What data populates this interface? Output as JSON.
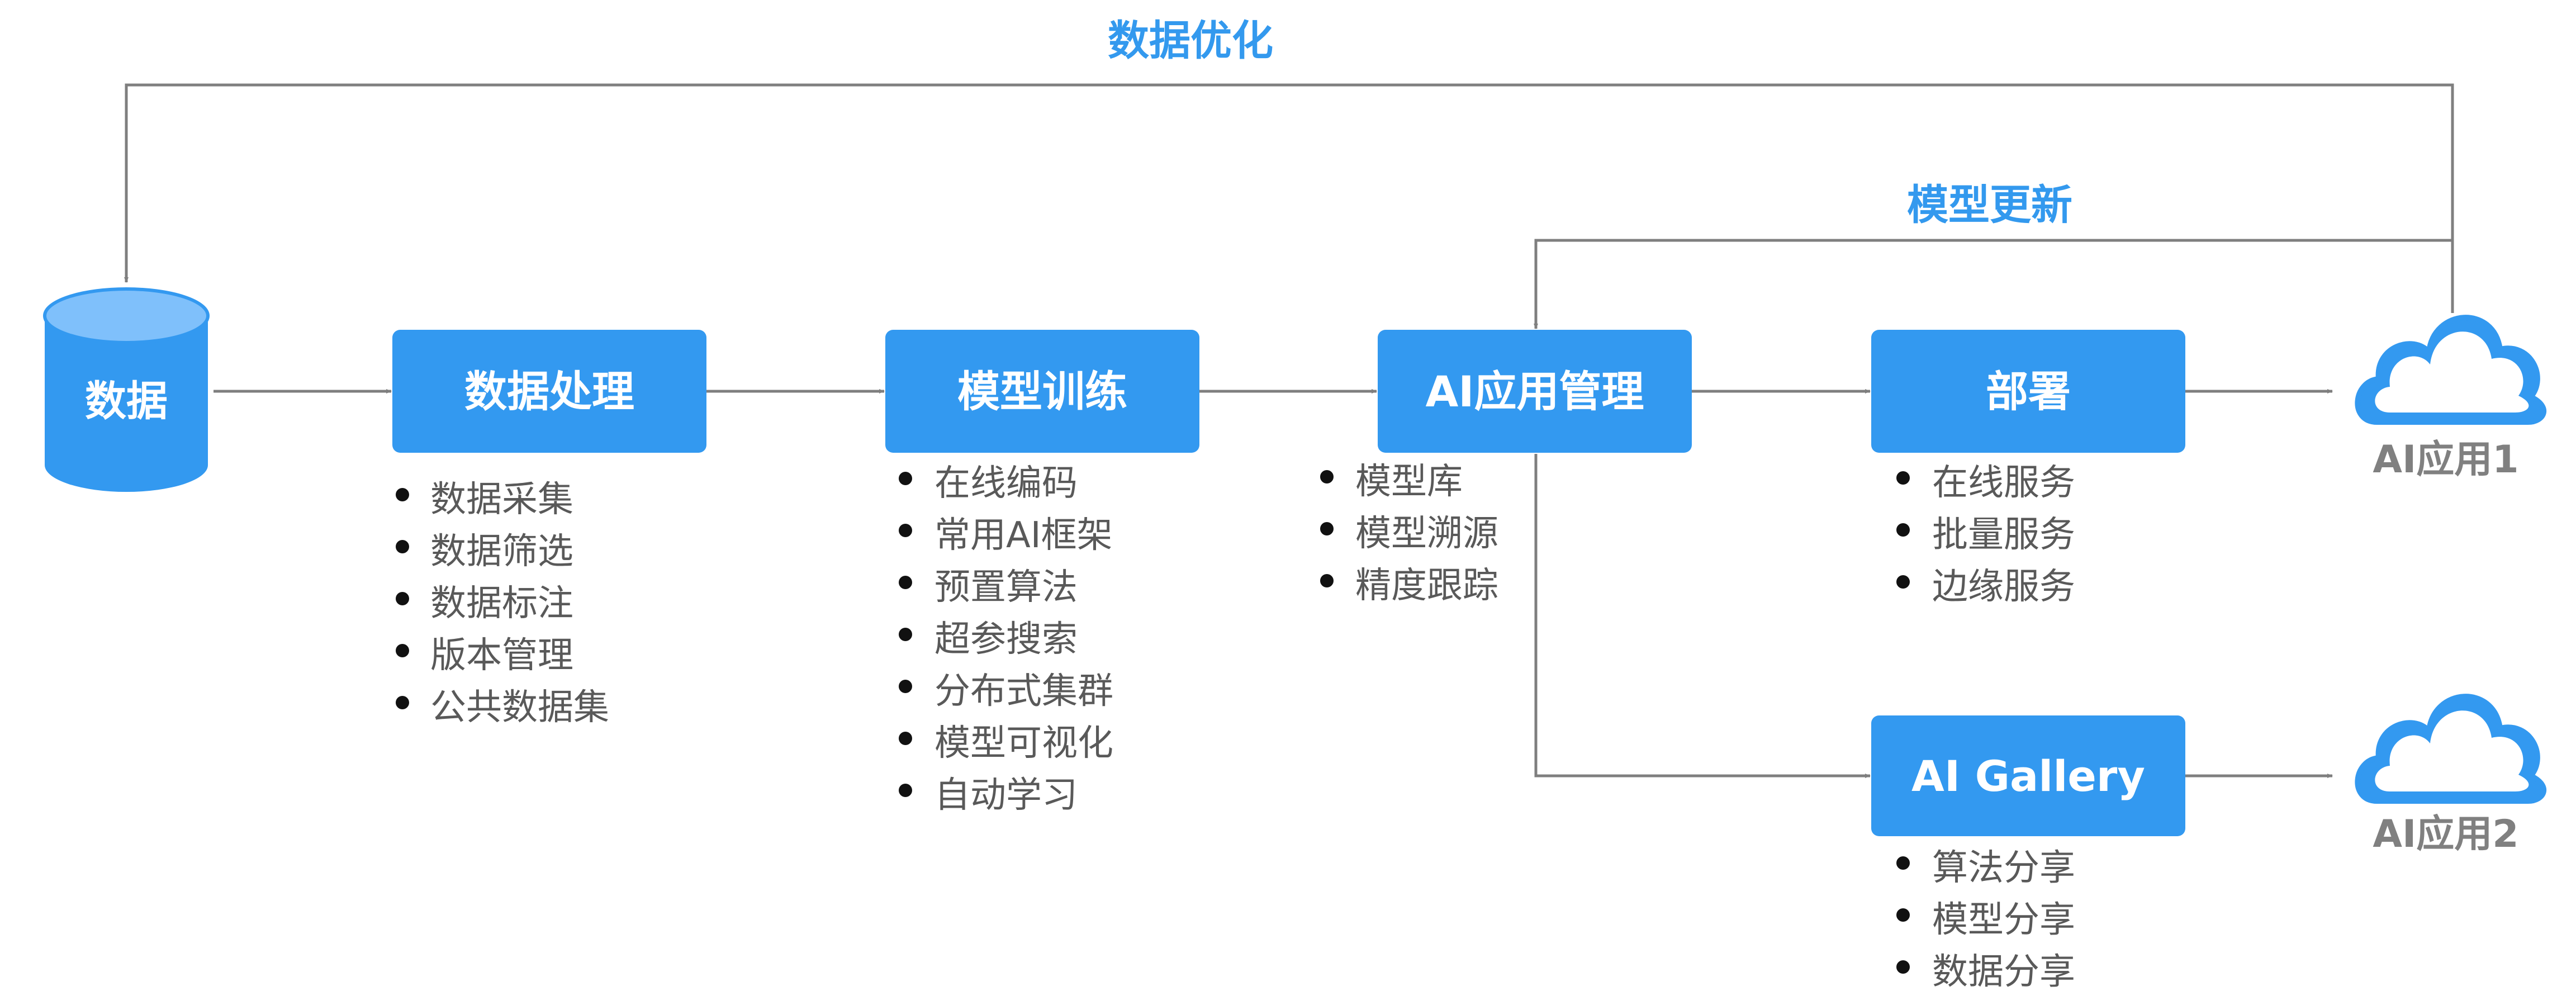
{
  "colors": {
    "accent": "#3399f0",
    "accent_light": "#7fc0fb",
    "line": "#7f7f7f",
    "bullet": "#111111",
    "bullet_text": "#595959",
    "cloud_label": "#808080",
    "feedback_label": "#3399ee"
  },
  "feedback": {
    "data_optimize": "数据优化",
    "model_update": "模型更新"
  },
  "data_store": {
    "label": "数据",
    "icon": "database-cylinder-icon"
  },
  "steps": {
    "data_processing": {
      "title": "数据处理",
      "items": [
        "数据采集",
        "数据筛选",
        "数据标注",
        "版本管理",
        "公共数据集"
      ]
    },
    "model_training": {
      "title": "模型训练",
      "items": [
        "在线编码",
        "常用AI框架",
        "预置算法",
        "超参搜索",
        "分布式集群",
        "模型可视化",
        "自动学习"
      ]
    },
    "ai_app_management": {
      "title": "AI应用管理",
      "items": [
        "模型库",
        "模型溯源",
        "精度跟踪"
      ]
    },
    "deployment": {
      "title": "部署",
      "items": [
        "在线服务",
        "批量服务",
        "边缘服务"
      ]
    },
    "ai_gallery": {
      "title": "AI Gallery",
      "items": [
        "算法分享",
        "模型分享",
        "数据分享"
      ]
    }
  },
  "outputs": {
    "app1": {
      "label": "AI应用1",
      "icon": "cloud-icon"
    },
    "app2": {
      "label": "AI应用2",
      "icon": "cloud-icon"
    }
  }
}
